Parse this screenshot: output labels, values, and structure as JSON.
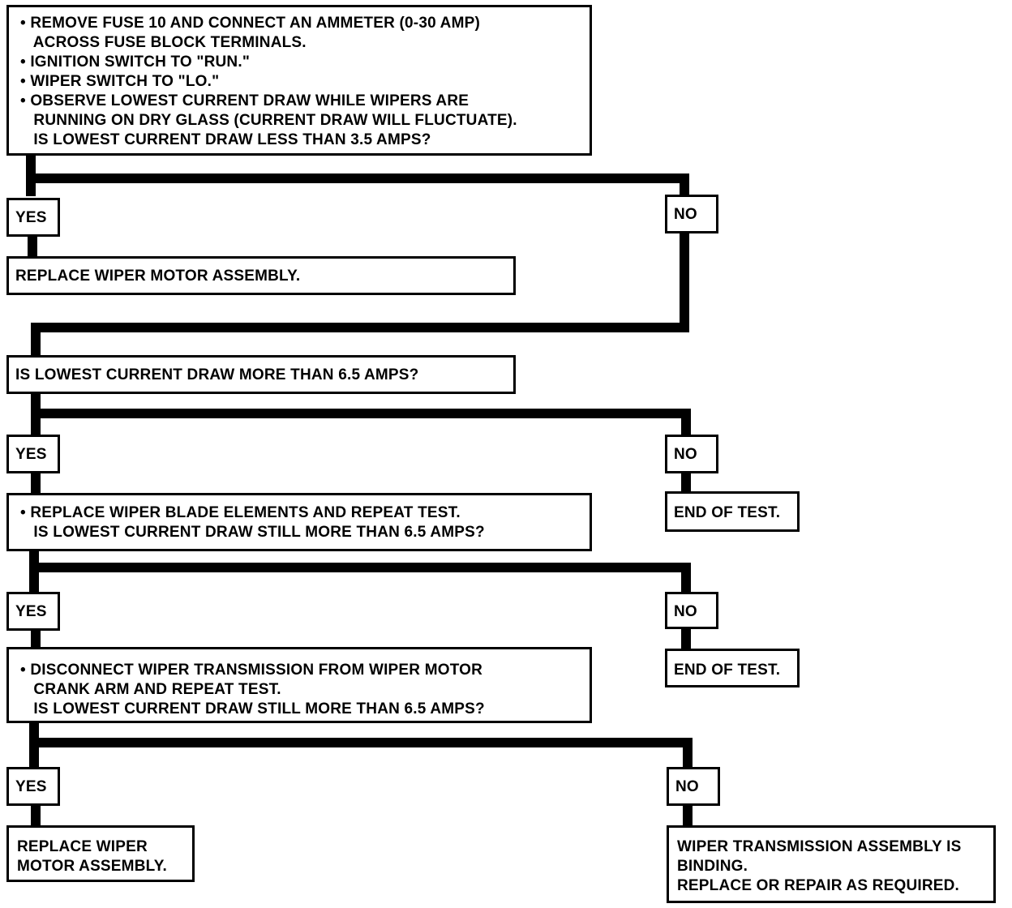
{
  "step1": {
    "lines": [
      "• REMOVE FUSE 10 AND CONNECT AN AMMETER (0-30 AMP)",
      "   ACROSS FUSE BLOCK TERMINALS.",
      "• IGNITION SWITCH TO \"RUN.\"",
      "• WIPER SWITCH TO \"LO.\"",
      "• OBSERVE LOWEST CURRENT DRAW WHILE WIPERS ARE",
      "   RUNNING ON DRY GLASS (CURRENT DRAW WILL FLUCTUATE).",
      "   IS LOWEST CURRENT DRAW LESS THAN 3.5 AMPS?"
    ],
    "yes": "YES",
    "no": "NO",
    "yes_result": "REPLACE WIPER MOTOR ASSEMBLY."
  },
  "step2": {
    "question": "IS LOWEST CURRENT DRAW MORE THAN 6.5 AMPS?",
    "yes": "YES",
    "no": "NO",
    "no_result": "END OF TEST."
  },
  "step3": {
    "lines": [
      "• REPLACE WIPER BLADE ELEMENTS AND REPEAT TEST.",
      "   IS LOWEST CURRENT DRAW STILL MORE THAN 6.5 AMPS?"
    ],
    "yes": "YES",
    "no": "NO",
    "no_result": "END OF TEST."
  },
  "step4": {
    "lines": [
      "• DISCONNECT WIPER TRANSMISSION FROM WIPER MOTOR",
      "   CRANK ARM AND REPEAT TEST.",
      "   IS LOWEST CURRENT DRAW STILL MORE THAN 6.5 AMPS?"
    ],
    "yes": "YES",
    "no": "NO",
    "yes_result_lines": [
      "REPLACE WIPER",
      "MOTOR ASSEMBLY."
    ],
    "no_result_lines": [
      "WIPER TRANSMISSION ASSEMBLY IS",
      "BINDING.",
      "REPLACE OR REPAIR AS REQUIRED."
    ]
  }
}
